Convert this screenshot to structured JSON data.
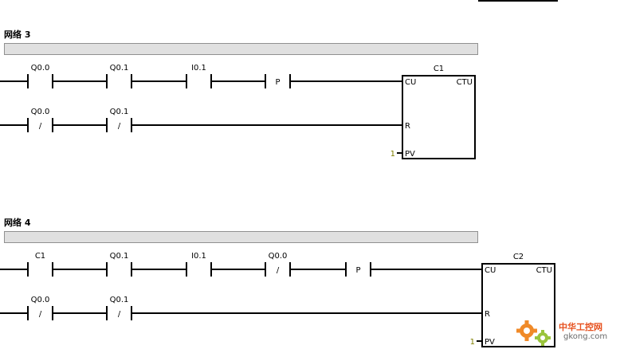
{
  "networks": [
    {
      "title": "网络 3",
      "rung1": [
        {
          "type": "NO",
          "label": "Q0.0"
        },
        {
          "type": "NO",
          "label": "Q0.1"
        },
        {
          "type": "NO",
          "label": "I0.1"
        },
        {
          "type": "P",
          "label": "",
          "symbol": "P"
        }
      ],
      "rung2": [
        {
          "type": "NC",
          "label": "Q0.0",
          "symbol": "/"
        },
        {
          "type": "NC",
          "label": "Q0.1",
          "symbol": "/"
        }
      ],
      "counter": {
        "name": "C1",
        "type": "CTU",
        "cu": "CU",
        "r": "R",
        "pv": "PV",
        "pv_value": "1"
      }
    },
    {
      "title": "网络 4",
      "rung1": [
        {
          "type": "NO",
          "label": "C1"
        },
        {
          "type": "NO",
          "label": "Q0.1"
        },
        {
          "type": "NO",
          "label": "I0.1"
        },
        {
          "type": "NC",
          "label": "Q0.0",
          "symbol": "/"
        },
        {
          "type": "P",
          "label": "",
          "symbol": "P"
        }
      ],
      "rung2": [
        {
          "type": "NC",
          "label": "Q0.0",
          "symbol": "/"
        },
        {
          "type": "NC",
          "label": "Q0.1",
          "symbol": "/"
        }
      ],
      "counter": {
        "name": "C2",
        "type": "CTU",
        "cu": "CU",
        "r": "R",
        "pv": "PV",
        "pv_value": "1"
      }
    }
  ],
  "watermark": {
    "cn": "中华工控网",
    "en": "gkong.com"
  },
  "colors": {
    "line": "#000000",
    "comment_bar": "#e0e0e0",
    "pv_value": "#808000",
    "watermark": "#e6501e"
  }
}
